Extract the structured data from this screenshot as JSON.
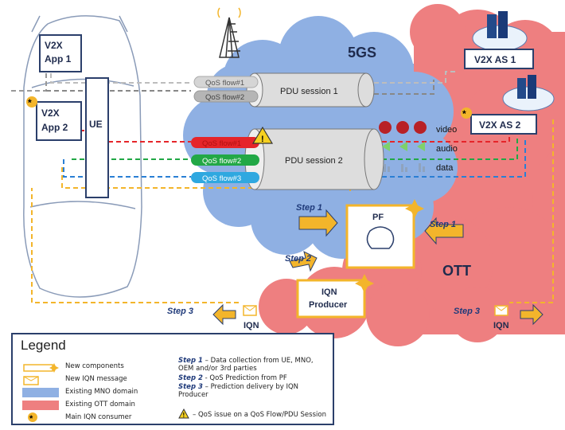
{
  "diagram": {
    "app1": [
      "V2X",
      "App 1"
    ],
    "app2": [
      "V2X",
      "App 2"
    ],
    "ue": "UE",
    "fivegs": "5GS",
    "ott": "OTT",
    "v2x_as1": "V2X AS 1",
    "v2x_as2": "V2X AS 2",
    "pdu1": "PDU session 1",
    "pdu2": "PDU session 2",
    "qos_s1": [
      "QoS flow#1",
      "QoS flow#2"
    ],
    "qos_s2": [
      "QoS flow#1",
      "QoS flow#2",
      "QoS flow#3"
    ],
    "media": [
      "video",
      "audio",
      "data"
    ],
    "pf": "PF",
    "iqn_producer": [
      "IQN",
      "Producer"
    ],
    "iqn": "IQN",
    "steps": {
      "step1": "Step 1",
      "step2": "Step 2",
      "step3": "Step 3"
    },
    "colors": {
      "mno": "#8fb0e3",
      "ott": "#ee7f80",
      "component_border": "#f3b52b",
      "red_flow": "#e5252a",
      "green_flow": "#22a846",
      "blue_flow": "#2a7fd4"
    }
  },
  "legend": {
    "title": "Legend",
    "items": [
      "New components",
      "New IQN message",
      "Existing MNO domain",
      "Existing OTT domain",
      "Main IQN consumer"
    ],
    "steps": [
      {
        "label": "Step 1",
        "text": "– Data collection from UE, MNO, OEM and/or 3rd parties"
      },
      {
        "label": "Step 2",
        "text": "- QoS Prediction from PF"
      },
      {
        "label": "Step 3",
        "text": "– Prediction delivery by IQN Producer"
      }
    ],
    "warning": "– QoS issue on a QoS Flow/PDU Session"
  }
}
